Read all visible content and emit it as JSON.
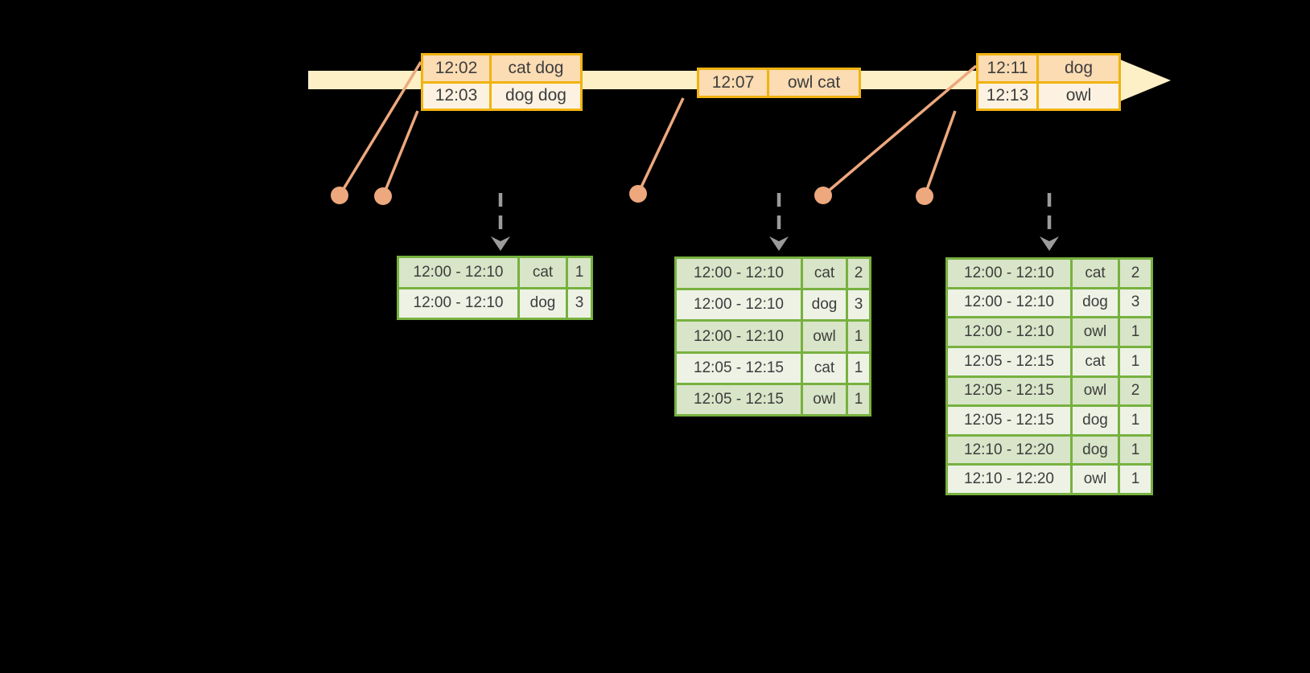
{
  "colors": {
    "background": "#000000",
    "timeline": "#fdf0c6",
    "event-border": "#f0b310",
    "event-fill-dark": "#fbdcb3",
    "event-fill-light": "#fdf2e1",
    "connector": "#eda87d",
    "trigger-arrow": "#9b9b9b",
    "table-border": "#77b13f",
    "table-row-dark": "#d8e5c8",
    "table-row-light": "#edf2e5",
    "text": "#3d3d3d"
  },
  "event_batches": [
    {
      "rows": [
        {
          "time": "12:02",
          "words": "cat dog"
        },
        {
          "time": "12:03",
          "words": "dog dog"
        }
      ]
    },
    {
      "rows": [
        {
          "time": "12:07",
          "words": "owl cat"
        }
      ]
    },
    {
      "rows": [
        {
          "time": "12:11",
          "words": "dog"
        },
        {
          "time": "12:13",
          "words": "owl"
        }
      ]
    }
  ],
  "result_tables": [
    {
      "rows": [
        {
          "window": "12:00 - 12:10",
          "word": "cat",
          "count": 1
        },
        {
          "window": "12:00 - 12:10",
          "word": "dog",
          "count": 3
        }
      ]
    },
    {
      "rows": [
        {
          "window": "12:00 - 12:10",
          "word": "cat",
          "count": 2
        },
        {
          "window": "12:00 - 12:10",
          "word": "dog",
          "count": 3
        },
        {
          "window": "12:00 - 12:10",
          "word": "owl",
          "count": 1
        },
        {
          "window": "12:05 - 12:15",
          "word": "cat",
          "count": 1
        },
        {
          "window": "12:05 - 12:15",
          "word": "owl",
          "count": 1
        }
      ]
    },
    {
      "rows": [
        {
          "window": "12:00 - 12:10",
          "word": "cat",
          "count": 2
        },
        {
          "window": "12:00 - 12:10",
          "word": "dog",
          "count": 3
        },
        {
          "window": "12:00 - 12:10",
          "word": "owl",
          "count": 1
        },
        {
          "window": "12:05 - 12:15",
          "word": "cat",
          "count": 1
        },
        {
          "window": "12:05 - 12:15",
          "word": "owl",
          "count": 2
        },
        {
          "window": "12:05 - 12:15",
          "word": "dog",
          "count": 1
        },
        {
          "window": "12:10 - 12:20",
          "word": "dog",
          "count": 1
        },
        {
          "window": "12:10 - 12:20",
          "word": "owl",
          "count": 1
        }
      ]
    }
  ]
}
